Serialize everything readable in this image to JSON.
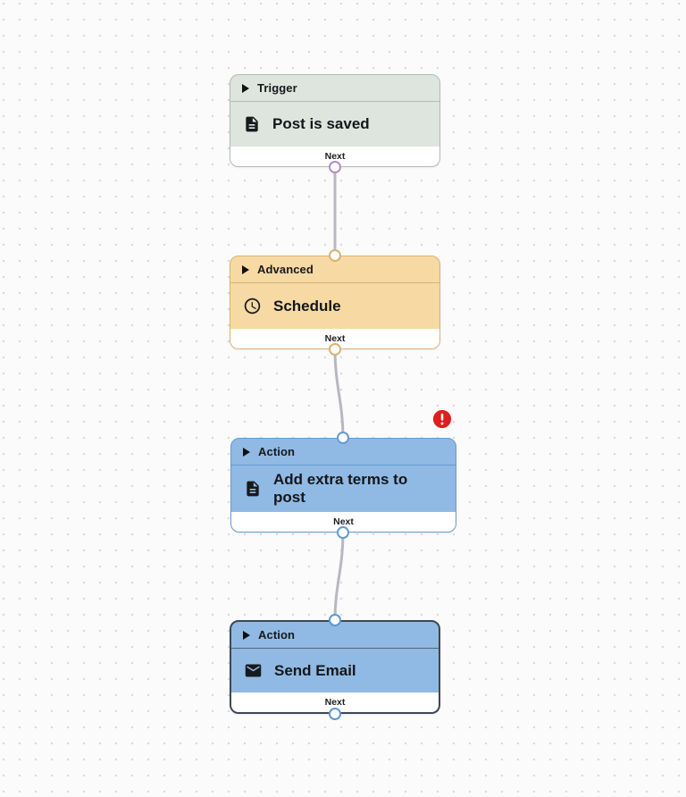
{
  "canvas": {
    "background_color": "#fbfbfc",
    "dot_color": "#d7d8dd",
    "connector_color": "#b7b8bf"
  },
  "workflow": {
    "nodes": [
      {
        "category": "Trigger",
        "title": "Post is saved",
        "footer_label": "Next",
        "icon": "document-icon",
        "has_input_port": false,
        "has_error": false,
        "selected": false,
        "colors": {
          "fill": "#dee5de",
          "border": "#b2bcb2",
          "divider": "#b2bcb2",
          "port": "#b48fc3"
        }
      },
      {
        "category": "Advanced",
        "title": "Schedule",
        "footer_label": "Next",
        "icon": "clock-icon",
        "has_input_port": true,
        "has_error": false,
        "selected": false,
        "colors": {
          "fill": "#f6d9a3",
          "border": "#d9b272",
          "divider": "#d9b272",
          "port": "#d9b272"
        }
      },
      {
        "category": "Action",
        "title": "Add extra terms to post",
        "footer_label": "Next",
        "icon": "document-icon",
        "has_input_port": true,
        "has_error": true,
        "selected": false,
        "colors": {
          "fill": "#90bae3",
          "border": "#649bd1",
          "divider": "#649bd1",
          "port": "#649bd1"
        }
      },
      {
        "category": "Action",
        "title": "Send Email",
        "footer_label": "Next",
        "icon": "email-icon",
        "has_input_port": true,
        "has_error": false,
        "selected": true,
        "colors": {
          "fill": "#90bae3",
          "border": "#3e4853",
          "divider": "#55657a",
          "port": "#5f97cf"
        }
      }
    ],
    "error_badge": {
      "color": "#e01d1d",
      "symbol_color": "#ffffff",
      "meaning": "error"
    }
  }
}
